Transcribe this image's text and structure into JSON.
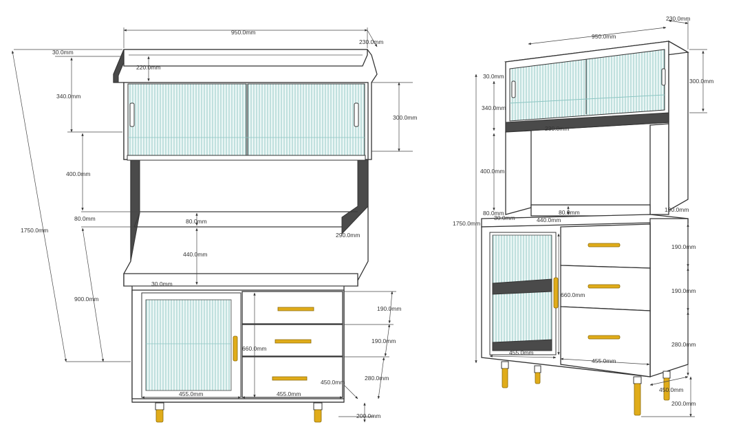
{
  "left_view": {
    "dims": {
      "total_width": "950.0mm",
      "depth": "230.0mm",
      "top_thickness": "30.0mm",
      "top_inner": "220.0mm",
      "upper_cabinet": "340.0mm",
      "glass_height": "300.0mm",
      "open_gap": "400.0mm",
      "shelf_thickness": "80.0mm",
      "shelf_inner": "80.0mm",
      "niche_height": "440.0mm",
      "side_depth": "290.0mm",
      "counter_thickness": "30.0mm",
      "total_height": "1750.0mm",
      "lower_height": "900.0mm",
      "drawer1": "190.0mm",
      "drawer2": "190.0mm",
      "drawer3": "280.0mm",
      "door_height": "660.0mm",
      "base_depth": "450.0mm",
      "door_width": "455.0mm",
      "drawer_width": "455.0mm",
      "leg_height": "200.0mm"
    }
  },
  "right_view": {
    "dims": {
      "depth": "230.0mm",
      "total_width": "950.0mm",
      "glass_height": "300.0mm",
      "top_thickness": "30.0mm",
      "upper_cabinet": "340.0mm",
      "upper_depth_inner": "230.0mm",
      "open_gap": "400.0mm",
      "shelf_thickness": "80.0mm",
      "shelf_inner": "80.0mm",
      "counter_thickness": "30.0mm",
      "niche_width": "440.0mm",
      "side_depth": "190.0mm",
      "total_height": "1750.0mm",
      "drawer1": "190.0mm",
      "drawer2": "190.0mm",
      "drawer3": "280.0mm",
      "door_height": "660.0mm",
      "door_width": "455.0mm",
      "drawer_width": "455.0mm",
      "base_depth": "450.0mm",
      "leg_height": "200.0mm"
    }
  }
}
